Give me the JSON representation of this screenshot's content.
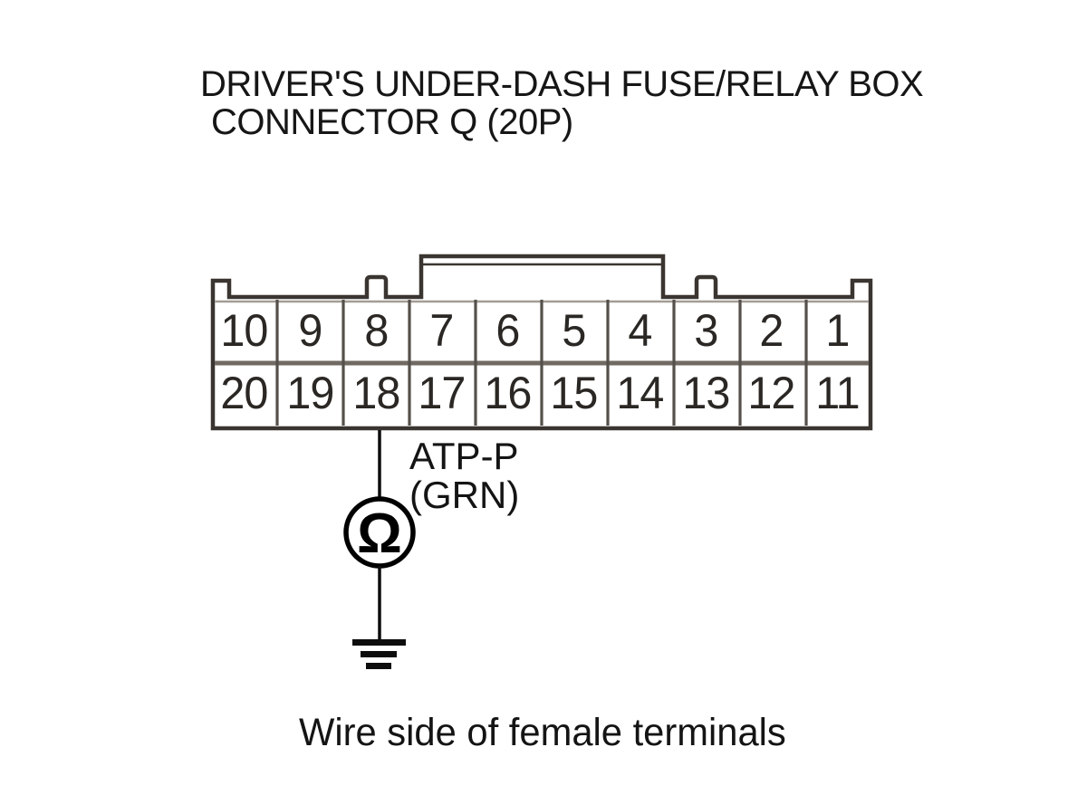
{
  "title": {
    "line1": "DRIVER'S UNDER-DASH FUSE/RELAY BOX",
    "line2": "CONNECTOR Q (20P)"
  },
  "connector": {
    "type": "20-pin connector, 2 rows",
    "top_row": [
      "10",
      "9",
      "8",
      "7",
      "6",
      "5",
      "4",
      "3",
      "2",
      "1"
    ],
    "bottom_row": [
      "20",
      "19",
      "18",
      "17",
      "16",
      "15",
      "14",
      "13",
      "12",
      "11"
    ],
    "wire_from_pin": "18"
  },
  "wire": {
    "label": "ATP-P",
    "color_code": "(GRN)"
  },
  "meter": {
    "symbol": "Ω",
    "name": "ohmmeter"
  },
  "caption": "Wire side of female terminals",
  "colors": {
    "background": "#ffffff",
    "shell_line": "#3a3530",
    "grid_divider": "#55504a",
    "row_divider": "#716a63",
    "wire_line": "#0d0d0d",
    "text": "#1b1b1b"
  }
}
